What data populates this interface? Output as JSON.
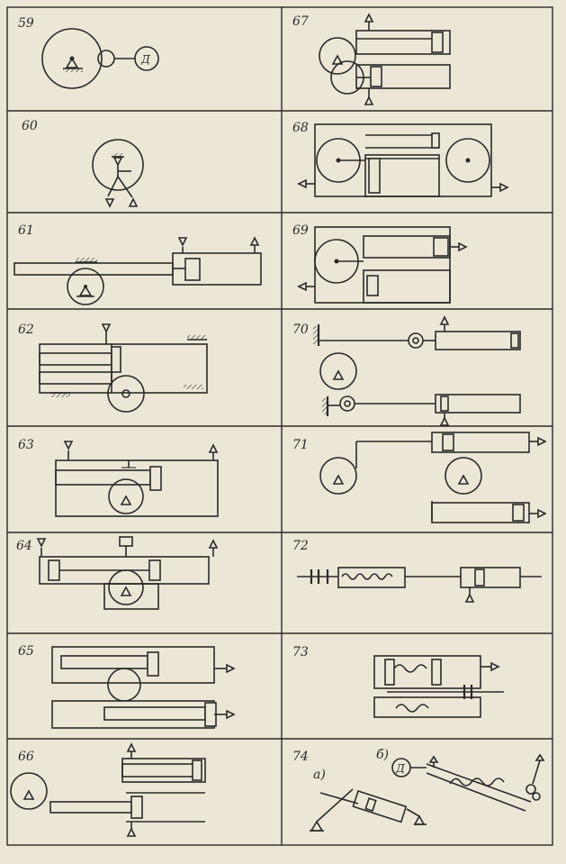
{
  "figure_numbers": [
    "59",
    "60",
    "61",
    "62",
    "63",
    "64",
    "65",
    "66",
    "67",
    "68",
    "69",
    "70",
    "71",
    "72",
    "73",
    "74"
  ],
  "motor_label": "Д",
  "sub_labels": [
    "а)",
    "б)"
  ]
}
